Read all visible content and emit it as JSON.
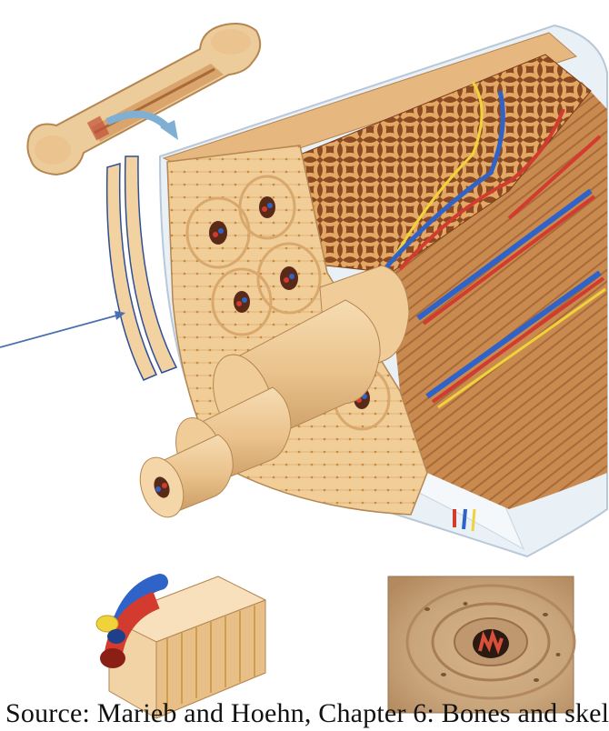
{
  "caption": "Source: Marieb and Hoehn, Chapter 6: Bones and skel",
  "colors": {
    "bone_light": "#f3d2a2",
    "bone_mid": "#e4b47a",
    "bone_dark": "#b8834a",
    "artery": "#d23b2e",
    "vein": "#2f63c8",
    "nerve": "#f0d23a",
    "periosteum": "#dde8f2",
    "pointer_line": "#4a6fb0",
    "lamella_outline": "#2f4f95"
  },
  "figure": {
    "panels": [
      "long-bone-inset",
      "compact-bone-wedge",
      "osteon-3d-inset",
      "osteon-micrograph-inset"
    ],
    "icons": [
      "curved-arrow-icon",
      "leader-line-arrow-icon"
    ]
  }
}
